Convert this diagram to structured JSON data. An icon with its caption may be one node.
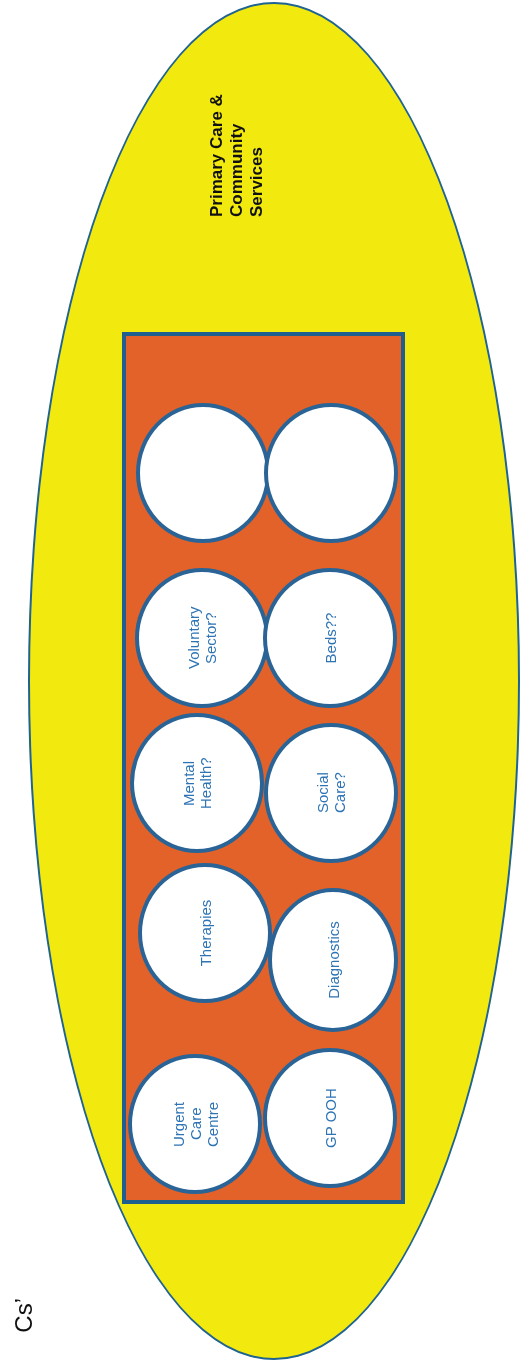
{
  "diagram": {
    "nodes": [
      {
        "text": [
          "Primary Care & Community Services"
        ]
      },
      {
        "text": [],
        "shape": "box",
        "in": 0
      },
      {
        "text": [
          "Urgent Care Centre"
        ],
        "in": 1
      },
      {
        "text": [
          "Therapies"
        ],
        "in": 1
      },
      {
        "text": [
          "Mental Health?"
        ],
        "in": 1
      },
      {
        "text": [
          "Voluntary Sector?"
        ],
        "in": 1
      },
      {
        "text": [],
        "shape": "circle",
        "in": 1
      },
      {
        "text": [
          "GP OOH"
        ],
        "in": 1
      },
      {
        "text": [
          "Diagnostics"
        ],
        "in": 1
      },
      {
        "text": [
          "Social Care?"
        ],
        "in": 1
      },
      {
        "text": [
          "Beds??"
        ],
        "in": 1
      },
      {
        "text": [],
        "shape": "circle",
        "in": 1
      }
    ],
    "edges": [],
    "labels": [
      "Cs’"
    ]
  }
}
